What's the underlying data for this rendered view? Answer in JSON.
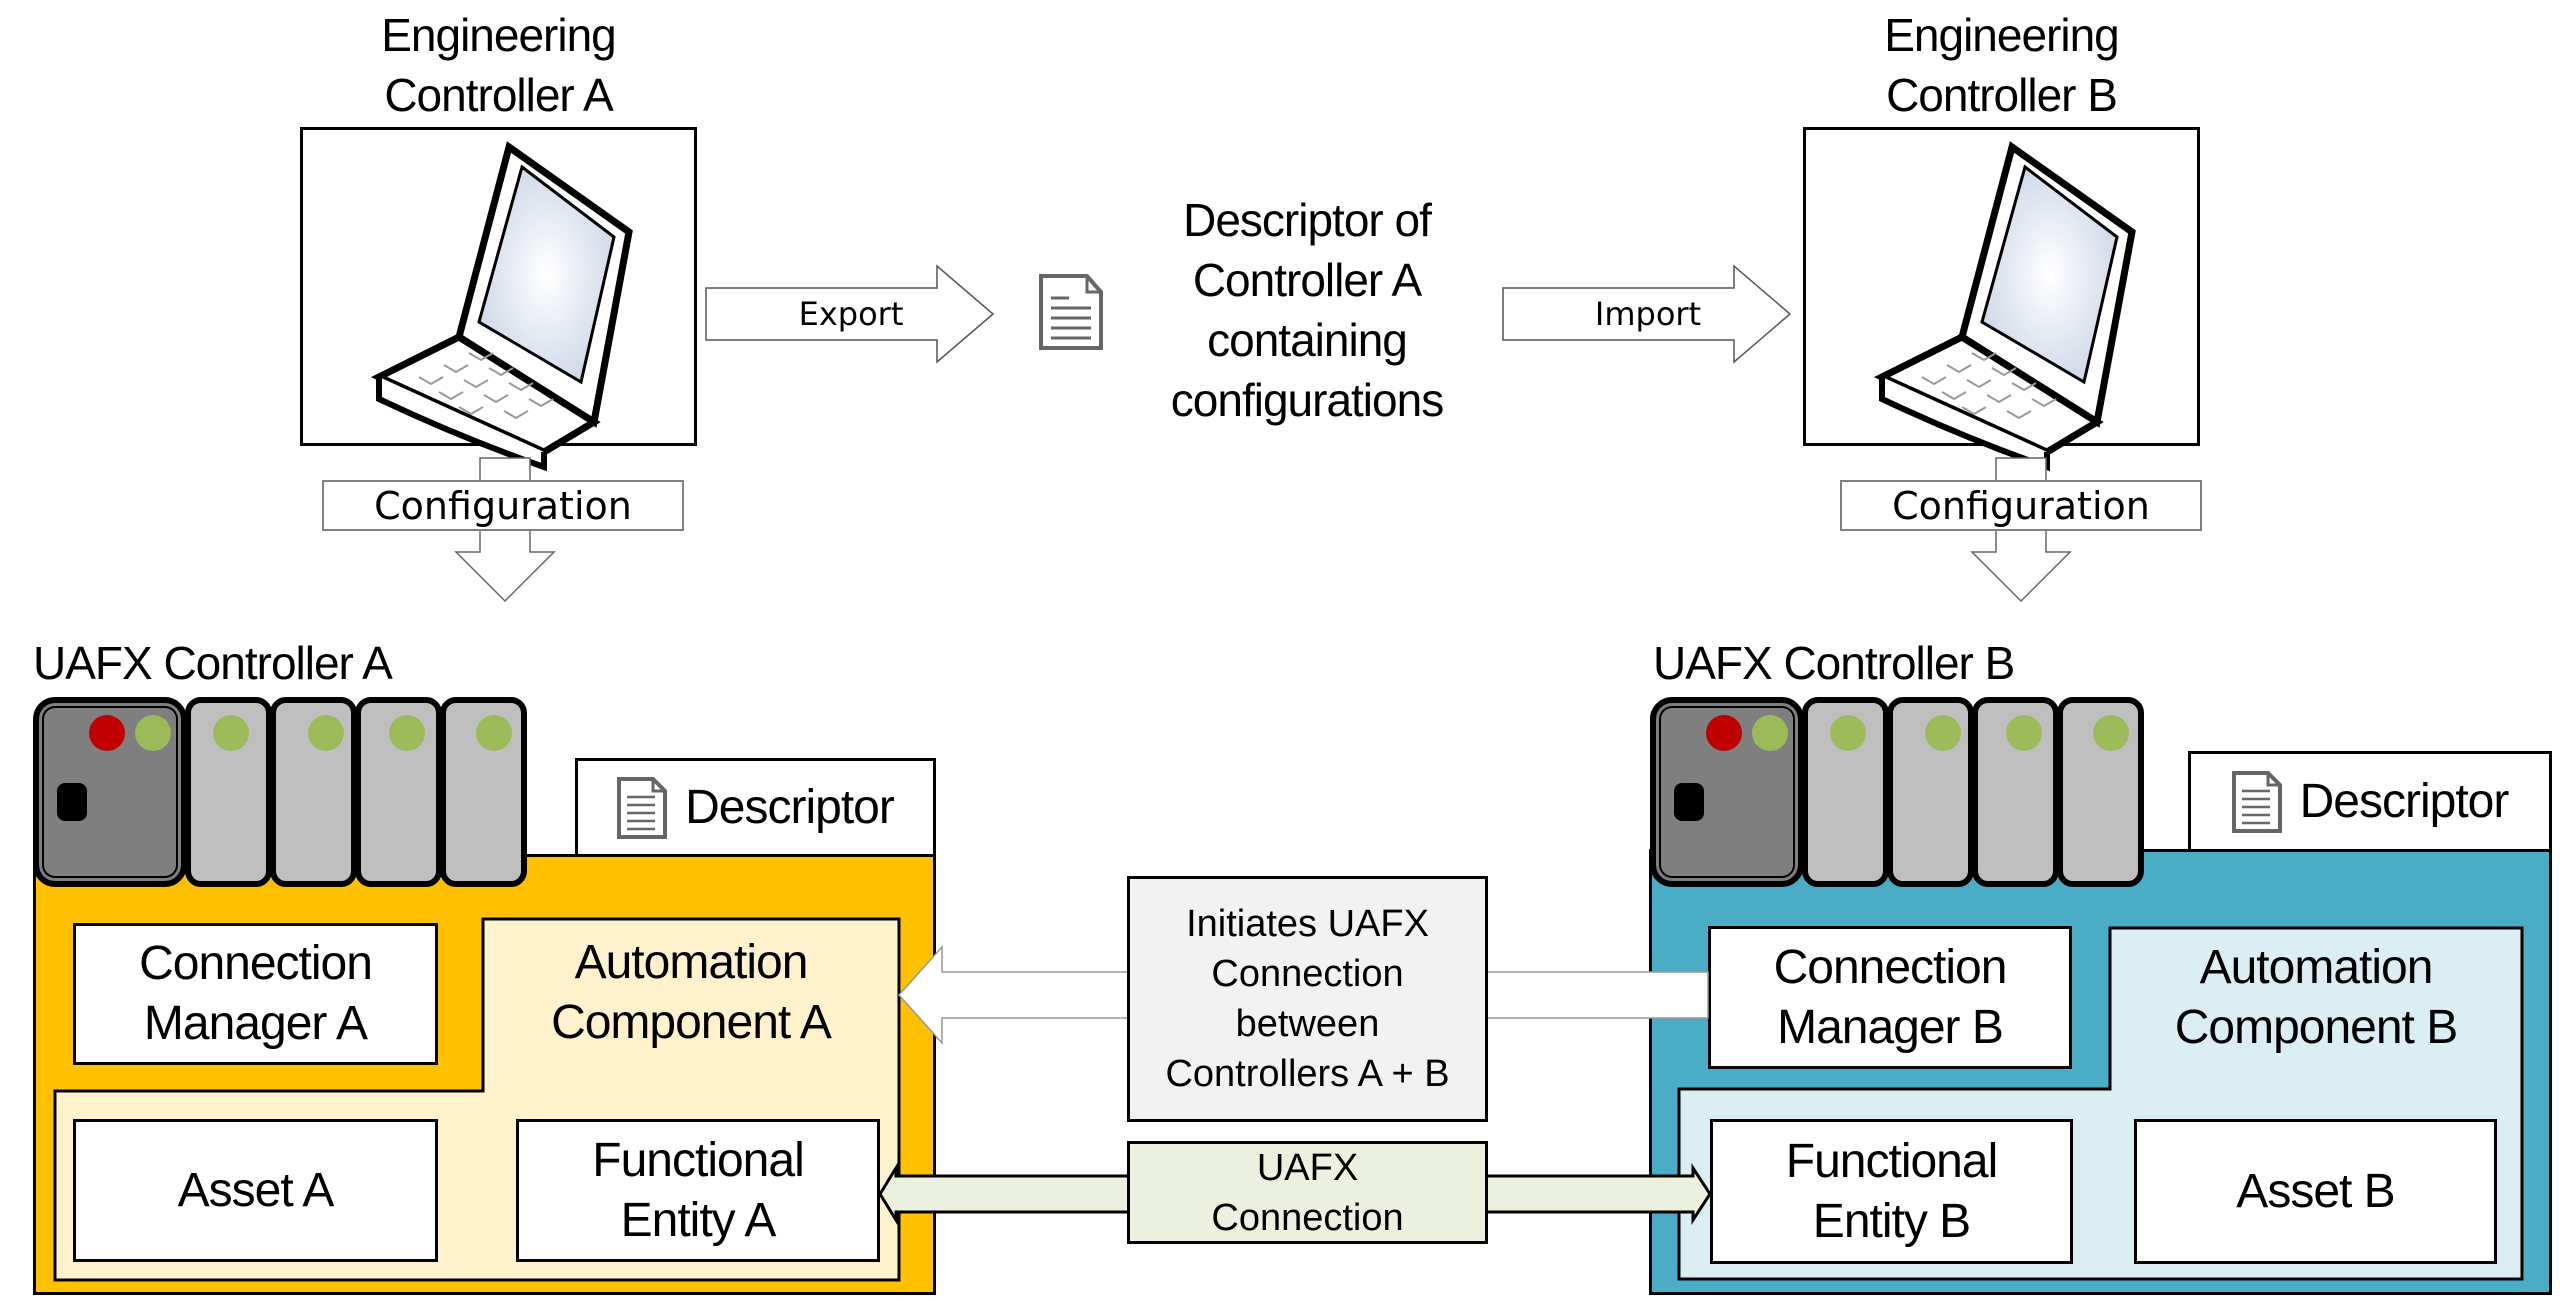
{
  "engineering": {
    "a": {
      "title_line1": "Engineering",
      "title_line2": "Controller A",
      "icon": "laptop-icon"
    },
    "b": {
      "title_line1": "Engineering",
      "title_line2": "Controller B",
      "icon": "laptop-icon"
    }
  },
  "flow": {
    "export_label": "Export",
    "import_label": "Import",
    "descriptor_text": [
      "Descriptor of",
      "Controller A",
      "containing",
      "configurations"
    ],
    "doc_icon": "document-icon"
  },
  "configuration": {
    "a_label": "Configuration",
    "b_label": "Configuration"
  },
  "uafx": {
    "a": {
      "title": "UAFX Controller A",
      "descriptor_label": "Descriptor",
      "connection_manager": [
        "Connection",
        "Manager A"
      ],
      "automation_component": [
        "Automation",
        "Component A"
      ],
      "asset": "Asset A",
      "functional_entity": [
        "Functional",
        "Entity A"
      ],
      "color": "#FFC000",
      "inner_color": "#FFF2CC"
    },
    "b": {
      "title": "UAFX Controller B",
      "descriptor_label": "Descriptor",
      "connection_manager": [
        "Connection",
        "Manager B"
      ],
      "automation_component": [
        "Automation",
        "Component B"
      ],
      "asset": "Asset B",
      "functional_entity": [
        "Functional",
        "Entity B"
      ],
      "color": "#4BACC6",
      "inner_color": "#DAEEF3"
    }
  },
  "links": {
    "initiates": [
      "Initiates UAFX",
      "Connection",
      "between",
      "Controllers A + B"
    ],
    "connection": [
      "UAFX",
      "Connection"
    ]
  },
  "rack_colors": {
    "led_red": "#C00000",
    "led_green": "#9BBB59",
    "cpu": "#7F7F7F",
    "module": "#BFBFBF"
  }
}
